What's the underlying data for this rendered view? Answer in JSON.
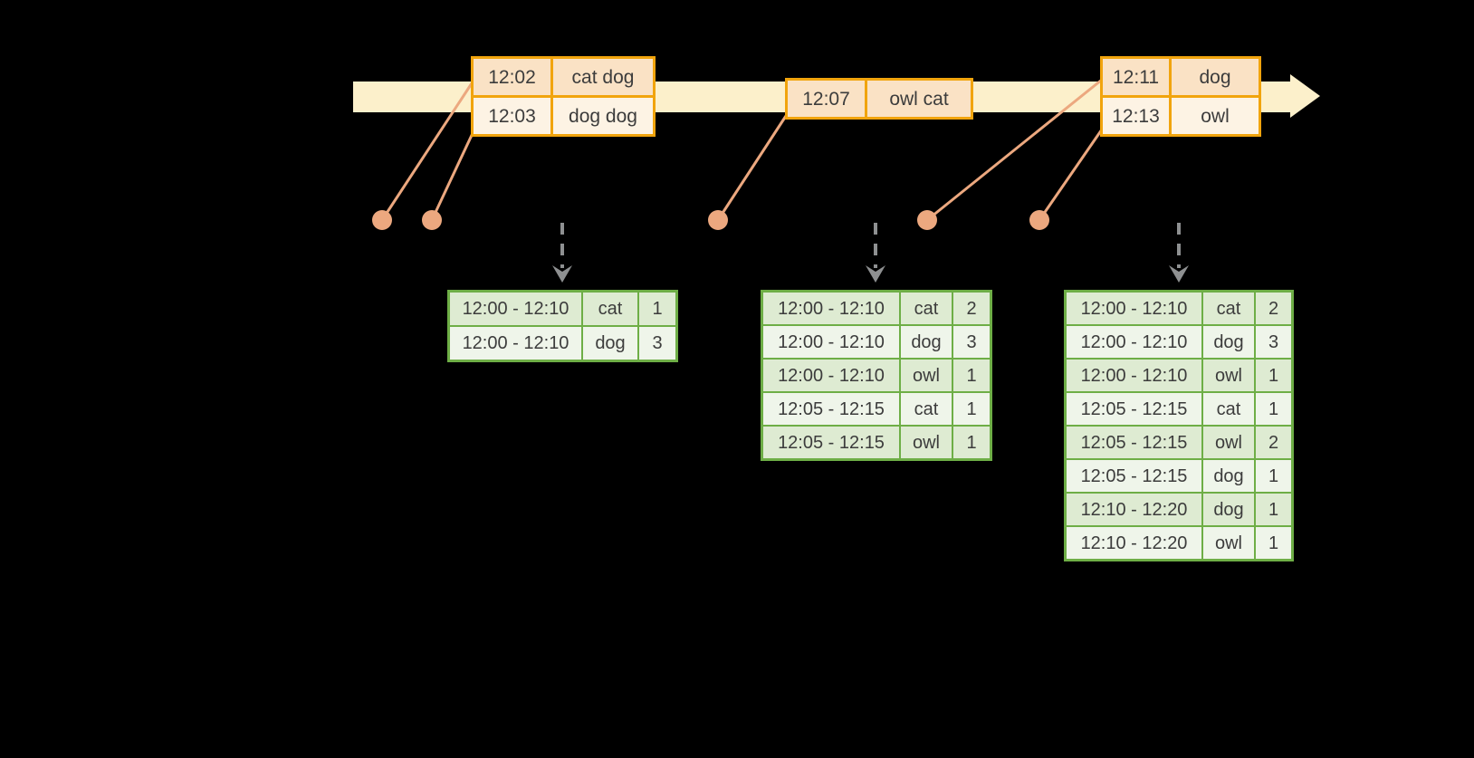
{
  "colors": {
    "background": "#000000",
    "timeline_fill": "#FCF0CB",
    "event_table_border": "#F1A40D",
    "event_row_dark": "#FAE2C5",
    "event_row_light": "#FDF3E4",
    "marker_salmon": "#ECA87F",
    "emit_arrow_gray": "#8E9091",
    "result_table_border": "#6EAE46",
    "result_row_dark": "#DEEBD2",
    "result_row_light": "#EFF5EA",
    "text": "#3C3C3C"
  },
  "event_tables": [
    {
      "name": "events-batch-1",
      "rows": [
        {
          "time": "12:02",
          "data": "cat dog"
        },
        {
          "time": "12:03",
          "data": "dog dog"
        }
      ]
    },
    {
      "name": "events-batch-2",
      "rows": [
        {
          "time": "12:07",
          "data": "owl cat"
        }
      ]
    },
    {
      "name": "events-batch-3",
      "rows": [
        {
          "time": "12:11",
          "data": "dog"
        },
        {
          "time": "12:13",
          "data": "owl"
        }
      ]
    }
  ],
  "result_tables": [
    {
      "name": "results-1",
      "rows": [
        {
          "window": "12:00 - 12:10",
          "key": "cat",
          "count": "1"
        },
        {
          "window": "12:00 - 12:10",
          "key": "dog",
          "count": "3"
        }
      ]
    },
    {
      "name": "results-2",
      "rows": [
        {
          "window": "12:00 - 12:10",
          "key": "cat",
          "count": "2"
        },
        {
          "window": "12:00 - 12:10",
          "key": "dog",
          "count": "3"
        },
        {
          "window": "12:00 - 12:10",
          "key": "owl",
          "count": "1"
        },
        {
          "window": "12:05 - 12:15",
          "key": "cat",
          "count": "1"
        },
        {
          "window": "12:05 - 12:15",
          "key": "owl",
          "count": "1"
        }
      ]
    },
    {
      "name": "results-3",
      "rows": [
        {
          "window": "12:00 - 12:10",
          "key": "cat",
          "count": "2"
        },
        {
          "window": "12:00 - 12:10",
          "key": "dog",
          "count": "3"
        },
        {
          "window": "12:00 - 12:10",
          "key": "owl",
          "count": "1"
        },
        {
          "window": "12:05 - 12:15",
          "key": "cat",
          "count": "1"
        },
        {
          "window": "12:05 - 12:15",
          "key": "owl",
          "count": "2"
        },
        {
          "window": "12:05 - 12:15",
          "key": "dog",
          "count": "1"
        },
        {
          "window": "12:10 - 12:20",
          "key": "dog",
          "count": "1"
        },
        {
          "window": "12:10 - 12:20",
          "key": "owl",
          "count": "1"
        }
      ]
    }
  ]
}
